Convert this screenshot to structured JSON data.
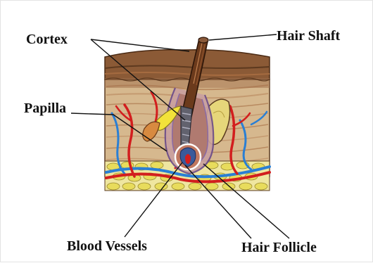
{
  "labels": {
    "cortex": "Cortex",
    "hair_shaft": "Hair Shaft",
    "papilla": "Papilla",
    "blood_vessels": "Blood Vessels",
    "hair_follicle": "Hair Follicle"
  },
  "colors": {
    "epidermis": "#8b5a36",
    "epidermis_dark": "#5e3a1f",
    "dermis": "#d2b48c",
    "dermis_stripe": "#b88a60",
    "hair_shaft": "#6b3a1c",
    "hair_root": "#5f5f6e",
    "follicle_outer": "#8a6aa6",
    "artery": "#d21e1e",
    "vein": "#2a7fd4",
    "fat": "#e8e070",
    "gland": "#e6d67a",
    "papilla_yellow": "#f2e23a",
    "leader_line": "#111111"
  }
}
